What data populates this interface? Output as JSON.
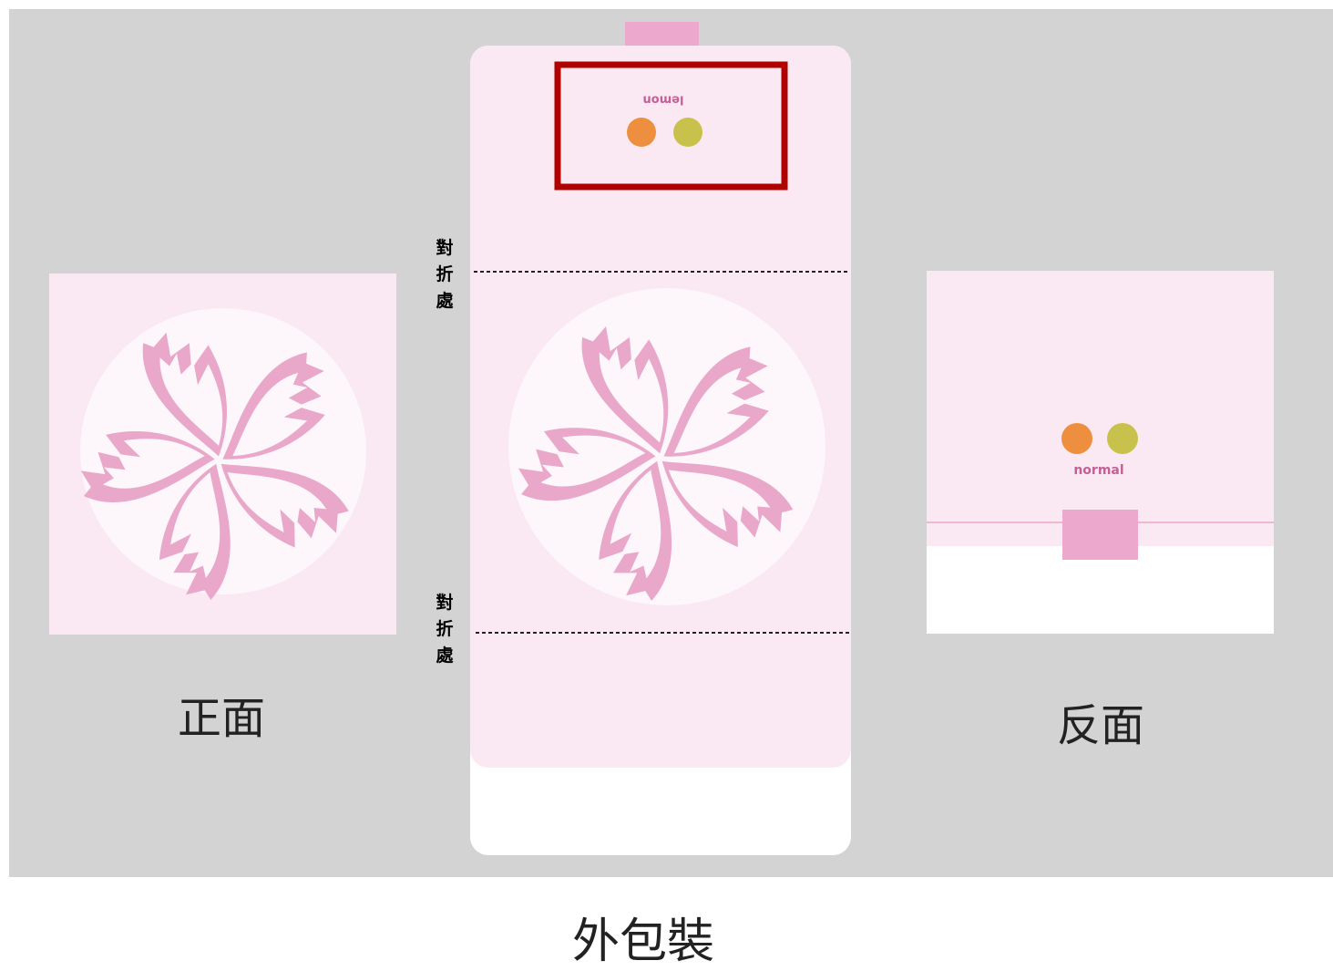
{
  "labels": {
    "front": "正面",
    "back": "反面",
    "outer_package": "外包裝",
    "fold_mark_top": [
      "對",
      "折",
      "處"
    ],
    "fold_mark_bottom": [
      "對",
      "折",
      "處"
    ]
  },
  "package_text": {
    "upside_down_flavor": "lemon",
    "back_flavor": "normal"
  },
  "dots": {
    "orange": "#ee8f3f",
    "olive": "#c8c24c"
  },
  "colors": {
    "background": "#d3d3d3",
    "light_pink": "#fae8f2",
    "flower_pink": "#e9a8ca",
    "tab_pink": "#eca9cd",
    "highlight_box": "#b00000",
    "circle_white": "#fdf6fa",
    "text_pink": "#c65f97"
  },
  "icons": [
    "sakura-flower-icon",
    "sakura-flower-icon"
  ]
}
